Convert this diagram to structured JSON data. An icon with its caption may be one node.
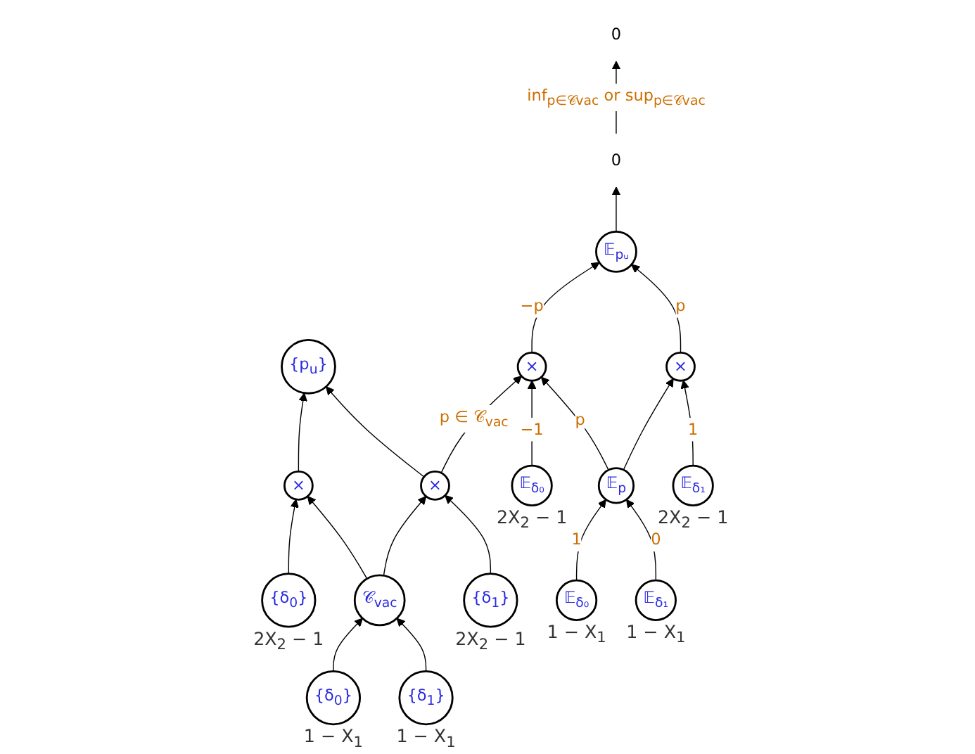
{
  "diagram": {
    "nodes": [
      {
        "text": [
          "{p$_{u}$}"
        ]
      },
      {
        "text": [
          "×"
        ]
      },
      {
        "text": [
          "×"
        ]
      },
      {
        "text": [
          "{δ$_{0}$}"
        ],
        "beside": [
          "2X$_{2}$ − 1"
        ]
      },
      {
        "text": [
          "𝒞$_{vac}$"
        ]
      },
      {
        "text": [
          "{δ$_{1}$}"
        ],
        "beside": [
          "2X$_{2}$ − 1"
        ]
      },
      {
        "text": [
          "{δ$_{0}$}"
        ],
        "beside": [
          "1 − X$_{1}$"
        ]
      },
      {
        "text": [
          "{δ$_{1}$}"
        ],
        "beside": [
          "1 − X$_{1}$"
        ]
      },
      {
        "text": [
          "0"
        ]
      },
      {
        "text": [
          "0"
        ]
      },
      {
        "text": [
          "𝔼$_{pᵤ}$"
        ]
      },
      {
        "text": [
          "×"
        ]
      },
      {
        "text": [
          "×"
        ]
      },
      {
        "text": [
          "𝔼$_{δ₀}$"
        ],
        "beside": [
          "2X$_{2}$ − 1"
        ]
      },
      {
        "text": [
          "𝔼$_{p}$"
        ]
      },
      {
        "text": [
          "𝔼$_{δ₁}$"
        ],
        "beside": [
          "2X$_{2}$ − 1"
        ]
      },
      {
        "text": [
          "𝔼$_{δ₀}$"
        ],
        "beside": [
          "1 − X$_{1}$"
        ]
      },
      {
        "text": [
          "𝔼$_{δ₁}$"
        ],
        "beside": [
          "1 − X$_{1}$"
        ]
      }
    ],
    "edges": [
      {
        "from": 1,
        "to": 0,
        "arrow": "to"
      },
      {
        "from": 2,
        "to": 0,
        "arrow": "to"
      },
      {
        "from": 3,
        "to": 1,
        "arrow": "to"
      },
      {
        "from": 4,
        "to": 1,
        "arrow": "to"
      },
      {
        "from": 4,
        "to": 2,
        "arrow": "to"
      },
      {
        "from": 5,
        "to": 2,
        "arrow": "to"
      },
      {
        "from": 6,
        "to": 4,
        "arrow": "to"
      },
      {
        "from": 7,
        "to": 4,
        "arrow": "to"
      },
      {
        "from": 2,
        "to": 11,
        "arrow": "to",
        "label": "p ∈ 𝒞$_{vac}$"
      },
      {
        "from": 10,
        "to": 8,
        "arrow": "to"
      },
      {
        "from": 8,
        "to": 9,
        "arrow": "to",
        "label": "inf$_{p∈𝒞vac}$ or sup$_{p∈𝒞vac}$"
      },
      {
        "from": 11,
        "to": 10,
        "arrow": "to",
        "label": "−p"
      },
      {
        "from": 12,
        "to": 10,
        "arrow": "to",
        "label": "p"
      },
      {
        "from": 13,
        "to": 11,
        "arrow": "to",
        "label": "−1"
      },
      {
        "from": 14,
        "to": 11,
        "arrow": "to",
        "label": "p"
      },
      {
        "from": 14,
        "to": 12,
        "arrow": "to"
      },
      {
        "from": 15,
        "to": 12,
        "arrow": "to",
        "label": "1"
      },
      {
        "from": 16,
        "to": 14,
        "arrow": "to",
        "label": "1"
      },
      {
        "from": 17,
        "to": 14,
        "arrow": "to",
        "label": "0"
      }
    ]
  }
}
